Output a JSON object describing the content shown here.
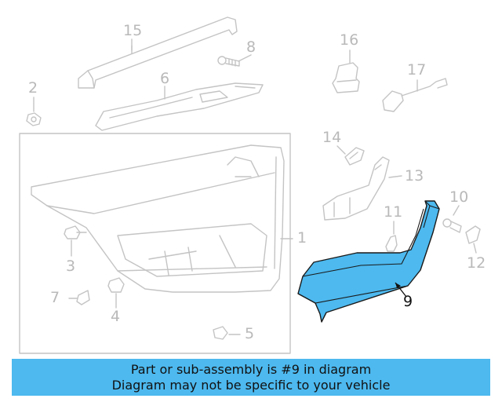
{
  "diagram": {
    "callouts": [
      {
        "id": "15",
        "text": "15"
      },
      {
        "id": "8",
        "text": "8"
      },
      {
        "id": "2",
        "text": "2"
      },
      {
        "id": "6",
        "text": "6"
      },
      {
        "id": "16",
        "text": "16"
      },
      {
        "id": "17",
        "text": "17"
      },
      {
        "id": "14",
        "text": "14"
      },
      {
        "id": "13",
        "text": "13"
      },
      {
        "id": "10",
        "text": "10"
      },
      {
        "id": "11",
        "text": "11"
      },
      {
        "id": "12",
        "text": "12"
      },
      {
        "id": "1",
        "text": "1"
      },
      {
        "id": "3",
        "text": "3"
      },
      {
        "id": "7",
        "text": "7"
      },
      {
        "id": "4",
        "text": "4"
      },
      {
        "id": "5",
        "text": "5"
      },
      {
        "id": "9",
        "text": "9"
      }
    ],
    "highlighted_part": "9",
    "highlight_color": "#4db9ef",
    "line_color": "#b9b9b9"
  },
  "banner": {
    "line1": "Part or sub-assembly is #9 in diagram",
    "line2": "Diagram may not be specific to your vehicle",
    "color": "#4db9ef"
  }
}
